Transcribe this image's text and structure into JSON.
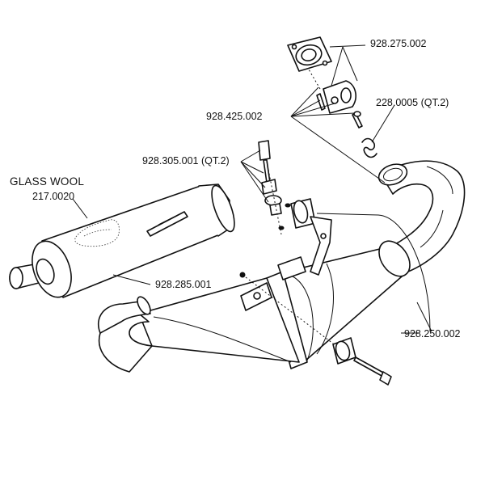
{
  "labels": {
    "flange_gasket": "928.275.002",
    "mounting_kit": "928.425.002",
    "spring": "228.0005 (QT.2)",
    "bolt_set": "928.305.001 (QT.2)",
    "glass_wool_title": "GLASS WOOL",
    "glass_wool_code": "217.0020",
    "silencer": "928.285.001",
    "exhaust_body": "928.250.002"
  },
  "colors": {
    "stroke": "#111111",
    "background": "#ffffff",
    "shade": "#ececec"
  }
}
